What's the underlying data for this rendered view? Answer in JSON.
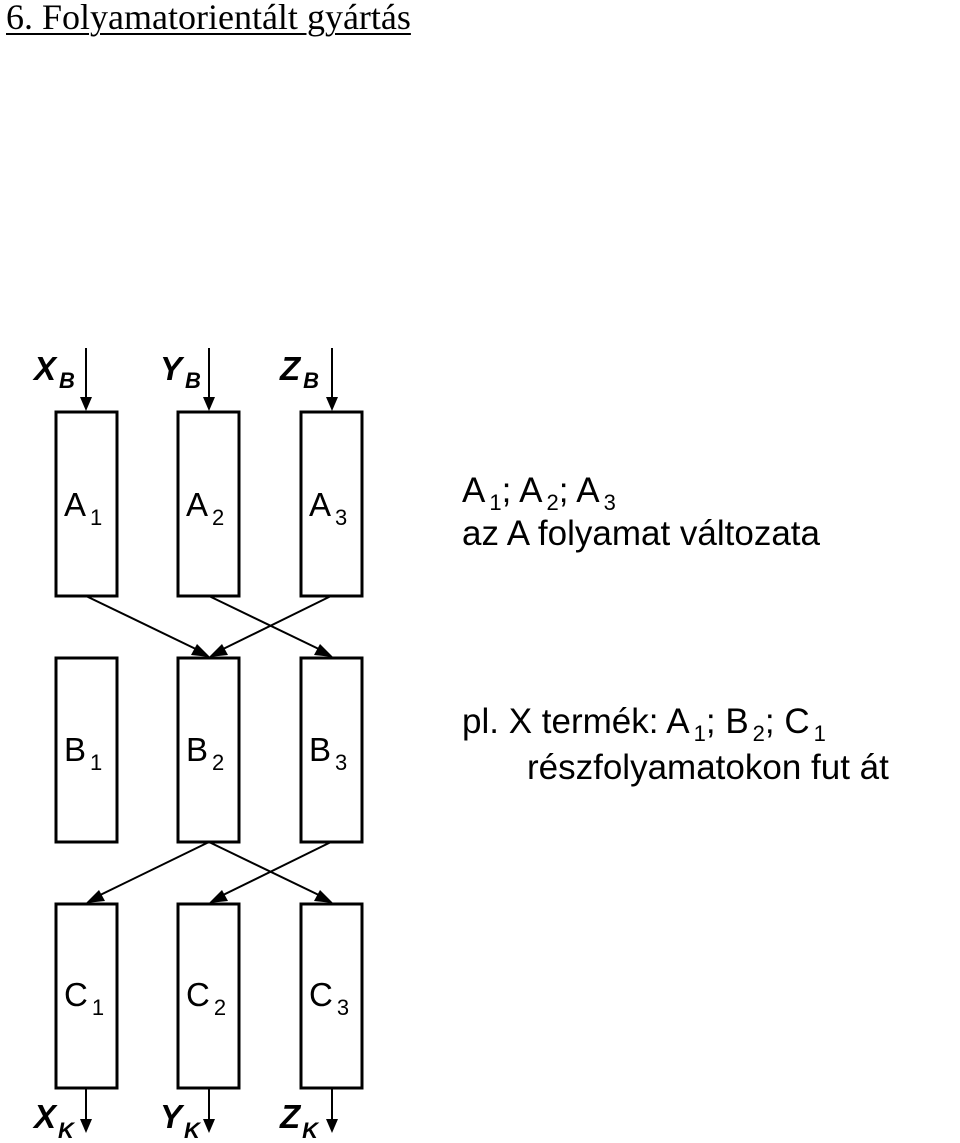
{
  "title": "6. Folyamatorientált gyártás",
  "inputs": [
    {
      "main": "X",
      "sub": "B"
    },
    {
      "main": "Y",
      "sub": "B"
    },
    {
      "main": "Z",
      "sub": "B"
    }
  ],
  "outputs": [
    {
      "main": "X",
      "sub": "K"
    },
    {
      "main": "Y",
      "sub": "K"
    },
    {
      "main": "Z",
      "sub": "K"
    }
  ],
  "stages": {
    "a": [
      {
        "main": "A",
        "sub": "1"
      },
      {
        "main": "A",
        "sub": "2"
      },
      {
        "main": "A",
        "sub": "3"
      }
    ],
    "b": [
      {
        "main": "B",
        "sub": "1"
      },
      {
        "main": "B",
        "sub": "2"
      },
      {
        "main": "B",
        "sub": "3"
      }
    ],
    "c": [
      {
        "main": "C",
        "sub": "1"
      },
      {
        "main": "C",
        "sub": "2"
      },
      {
        "main": "C",
        "sub": "3"
      }
    ]
  },
  "note_variants": {
    "parts": [
      {
        "main": "A",
        "sub": "1"
      },
      {
        "sep": "; "
      },
      {
        "main": "A",
        "sub": "2"
      },
      {
        "sep": "; "
      },
      {
        "main": "A",
        "sub": "3"
      }
    ],
    "line2": "az A folyamat változata"
  },
  "note_example": {
    "prefix": "pl. X termék: ",
    "parts": [
      {
        "main": "A",
        "sub": "1"
      },
      {
        "sep": "; "
      },
      {
        "main": "B",
        "sub": "2"
      },
      {
        "sep": "; "
      },
      {
        "main": "C",
        "sub": "1"
      }
    ],
    "line2": "részfolyamatokon fut át"
  }
}
